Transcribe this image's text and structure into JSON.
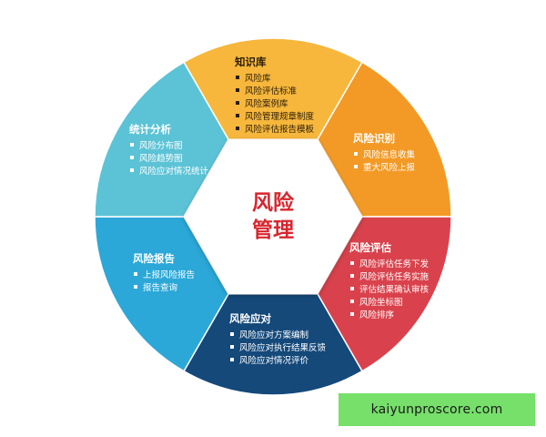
{
  "center": {
    "line1": "风险",
    "line2": "管理"
  },
  "segments": [
    {
      "key": "knowledge",
      "title": "知识库",
      "color": "#f6b73c",
      "items": [
        "风险库",
        "风险评估标准",
        "风险案例库",
        "风险管理规章制度",
        "风险评估报告模板"
      ]
    },
    {
      "key": "identify",
      "title": "风险识别",
      "color": "#f39a26",
      "items": [
        "风险信息收集",
        "重大风险上报"
      ]
    },
    {
      "key": "assess",
      "title": "风险评估",
      "color": "#d9424c",
      "items": [
        "风险评估任务下发",
        "风险评估任务实施",
        "评估结果确认审核",
        "风险坐标图",
        "风险排序"
      ]
    },
    {
      "key": "response",
      "title": "风险应对",
      "color": "#14497a",
      "items": [
        "风险应对方案编制",
        "风险应对执行结果反馈",
        "风险应对情况评价"
      ]
    },
    {
      "key": "report",
      "title": "风险报告",
      "color": "#2ba8d8",
      "items": [
        "上报风险报告",
        "报告查询"
      ]
    },
    {
      "key": "stats",
      "title": "统计分析",
      "color": "#5cc3d6",
      "items": [
        "风险分布图",
        "风险趋势图",
        "风险应对情况统计"
      ]
    }
  ],
  "watermark": "kaiyunproscore.com"
}
